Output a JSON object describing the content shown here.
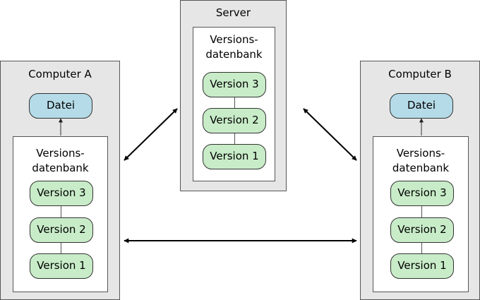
{
  "server": {
    "title": "Server",
    "db_line1": "Versions-",
    "db_line2": "datenbank",
    "versions": [
      "Version 3",
      "Version 2",
      "Version 1"
    ]
  },
  "computer_a": {
    "title": "Computer A",
    "file": "Datei",
    "db_line1": "Versions-",
    "db_line2": "datenbank",
    "versions": [
      "Version 3",
      "Version 2",
      "Version 1"
    ]
  },
  "computer_b": {
    "title": "Computer B",
    "file": "Datei",
    "db_line1": "Versions-",
    "db_line2": "datenbank",
    "versions": [
      "Version 3",
      "Version 2",
      "Version 1"
    ]
  },
  "colors": {
    "version_fill": "#c8ecc8",
    "file_fill": "#b5dbe8",
    "outer_fill": "#e6e6e6"
  }
}
